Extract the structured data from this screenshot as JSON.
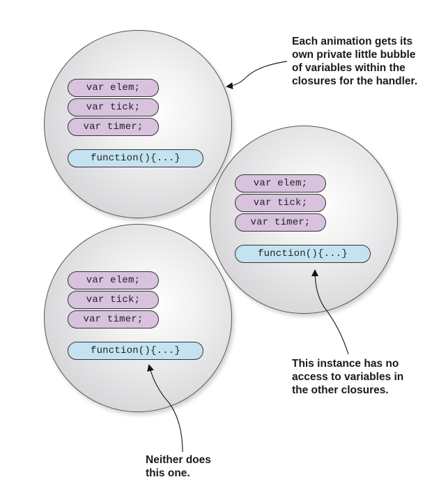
{
  "bubbles": [
    {
      "vars": [
        "var elem;",
        "var tick;",
        "var timer;"
      ],
      "function_label": "function(){...}"
    },
    {
      "vars": [
        "var elem;",
        "var tick;",
        "var timer;"
      ],
      "function_label": "function(){...}"
    },
    {
      "vars": [
        "var elem;",
        "var tick;",
        "var timer;"
      ],
      "function_label": "function(){...}"
    }
  ],
  "annotations": {
    "top_right": [
      "Each animation gets its",
      "own private little bubble",
      "of variables within the",
      "closures for the handler."
    ],
    "middle_right": [
      "This instance has no",
      "access to variables in",
      "the other closures."
    ],
    "bottom": [
      "Neither does",
      "this one."
    ]
  }
}
